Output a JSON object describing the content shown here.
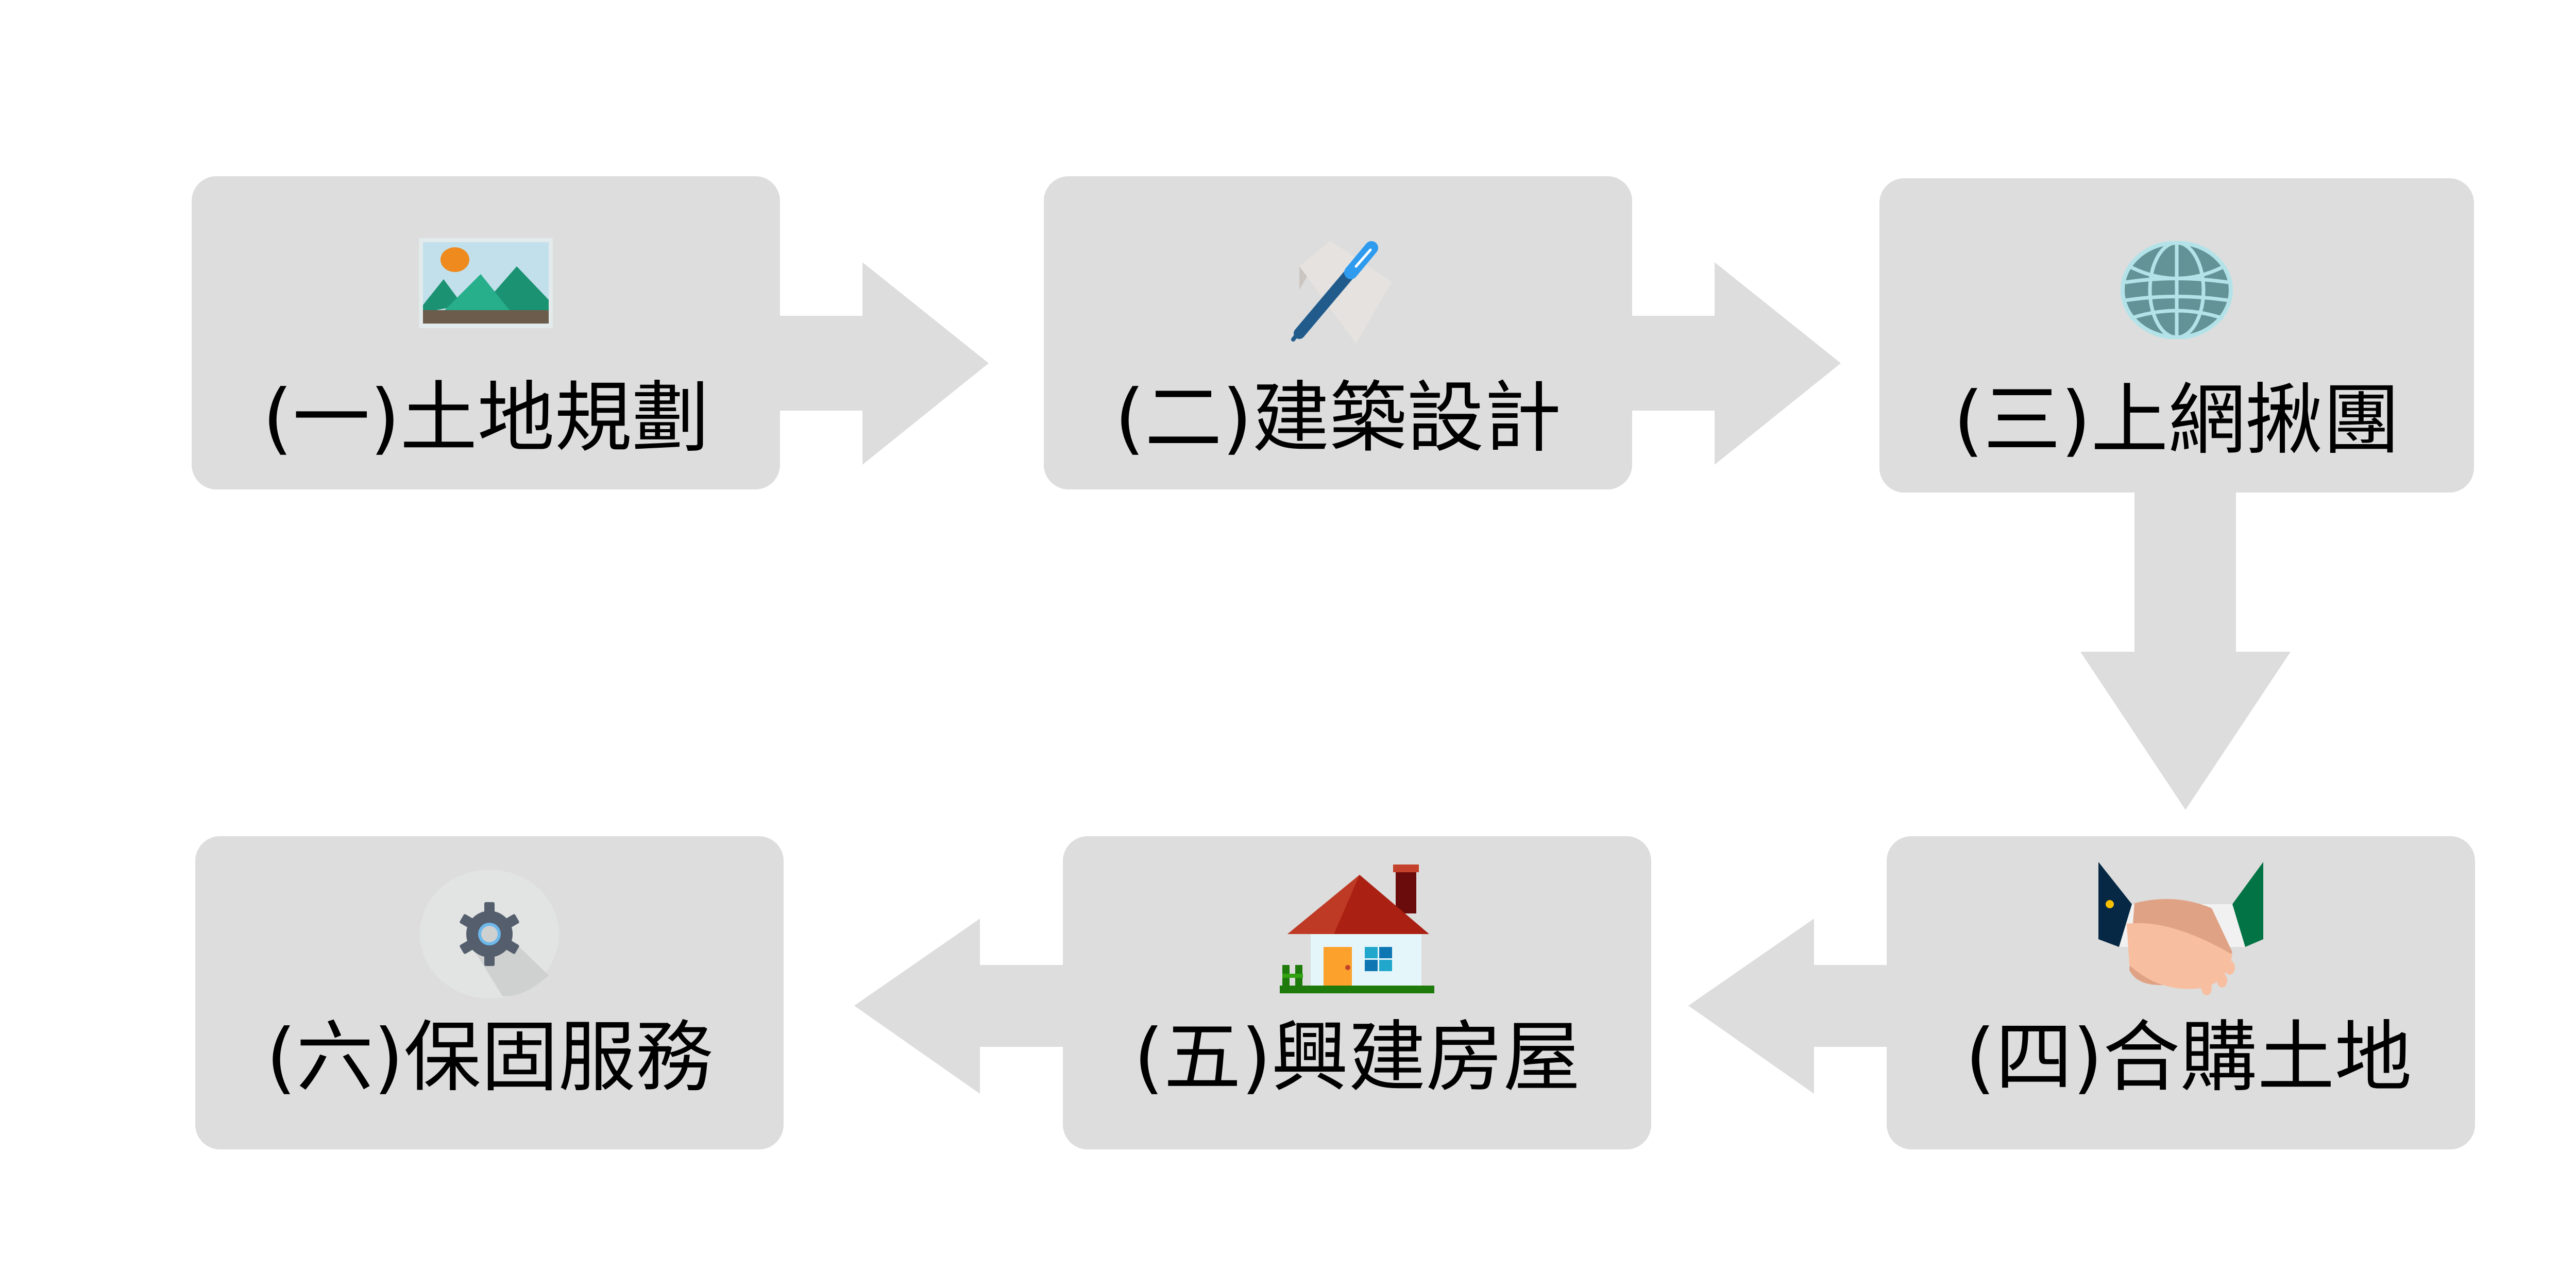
{
  "diagram": {
    "type": "process-flow",
    "steps": [
      {
        "number": "一",
        "label": "(一)土地規劃",
        "icon": "landscape-picture-icon"
      },
      {
        "number": "二",
        "label": "(二)建築設計",
        "icon": "pen-paper-icon"
      },
      {
        "number": "三",
        "label": "(三)上網揪團",
        "icon": "globe-icon"
      },
      {
        "number": "四",
        "label": "(四)合購土地",
        "icon": "handshake-icon"
      },
      {
        "number": "五",
        "label": "(五)興建房屋",
        "icon": "house-icon"
      },
      {
        "number": "六",
        "label": "(六)保固服務",
        "icon": "gear-icon"
      }
    ],
    "connections": [
      {
        "from": 1,
        "to": 2,
        "direction": "right"
      },
      {
        "from": 2,
        "to": 3,
        "direction": "right"
      },
      {
        "from": 3,
        "to": 4,
        "direction": "down"
      },
      {
        "from": 4,
        "to": 5,
        "direction": "left"
      },
      {
        "from": 5,
        "to": 6,
        "direction": "left"
      }
    ],
    "colors": {
      "box": "#dddddd",
      "arrow": "#dddddd",
      "text": "#000000",
      "background": "#ffffff"
    }
  }
}
